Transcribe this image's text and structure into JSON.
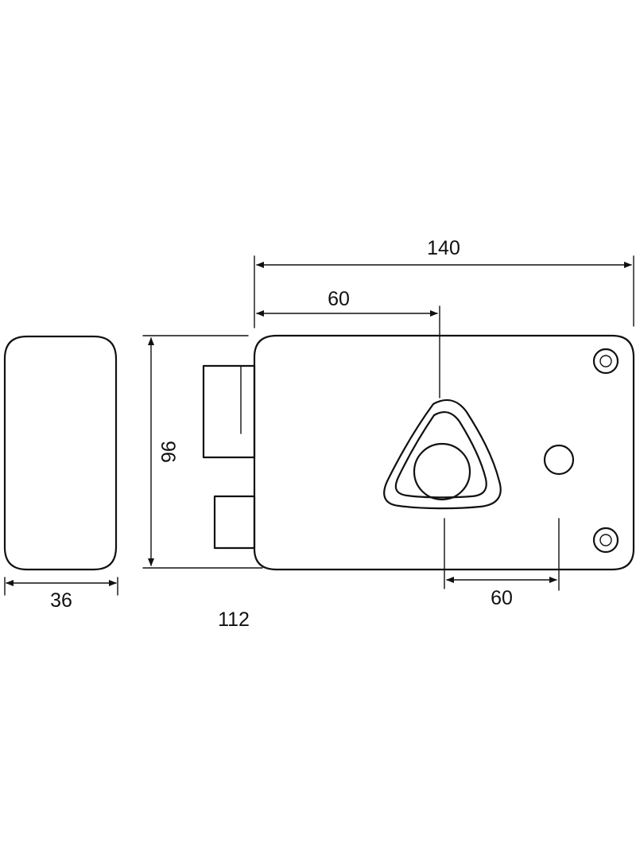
{
  "dimensions": {
    "overall_length": "140",
    "cylinder_offset": "60",
    "height": "96",
    "keeper_width": "36",
    "bottom_offset": "60",
    "case_label": "112"
  },
  "colors": {
    "line": "#111111",
    "background": "#ffffff"
  }
}
